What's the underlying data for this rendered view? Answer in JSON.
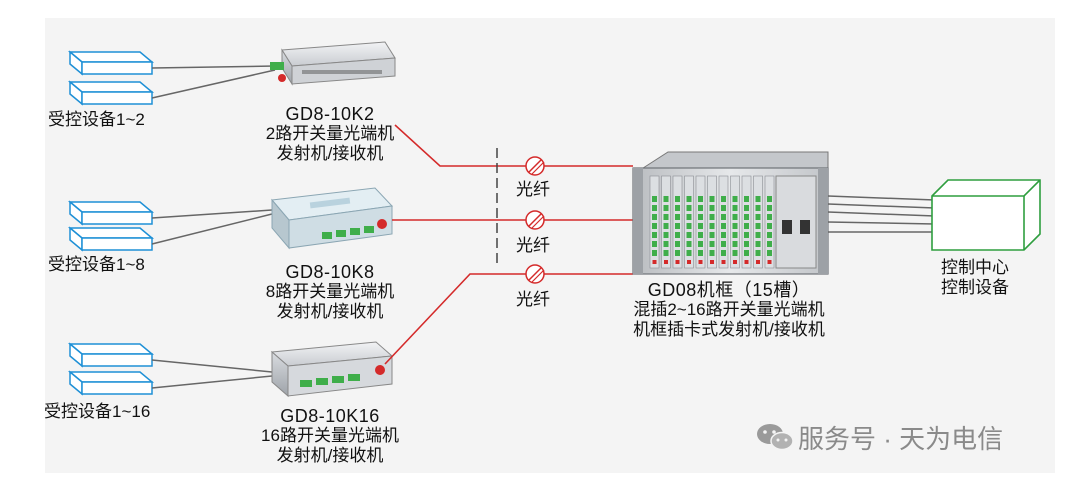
{
  "devices": [
    {
      "label": "受控设备1~2"
    },
    {
      "label": "受控设备1~8"
    },
    {
      "label": "受控设备1~16"
    }
  ],
  "transceivers": [
    {
      "model": "GD8-10K2",
      "line1": "2路开关量光端机",
      "line2": "发射机/接收机"
    },
    {
      "model": "GD8-10K8",
      "line1": "8路开关量光端机",
      "line2": "发射机/接收机"
    },
    {
      "model": "GD8-10K16",
      "line1": "16路开关量光端机",
      "line2": "发射机/接收机"
    }
  ],
  "fiber_label": "光纤",
  "chassis": {
    "line1": "GD08机框（15槽）",
    "line2": "混插2~16路开关量光端机",
    "line3": "机框插卡式发射机/接收机"
  },
  "control": {
    "line1": "控制中心",
    "line2": "控制设备"
  },
  "watermark": "服务号 · 天为电信",
  "colors": {
    "fiber": "#d42a2a",
    "cable": "#666666",
    "device": "#1e90d6",
    "control": "#2f9e3f",
    "card": "#3fae4a"
  }
}
